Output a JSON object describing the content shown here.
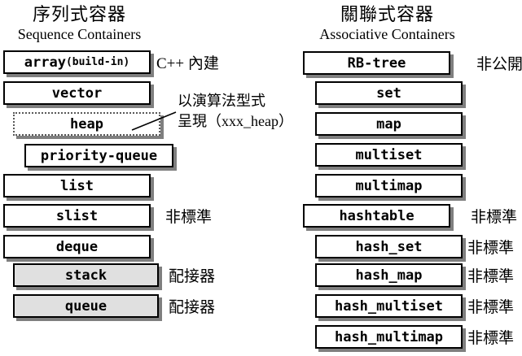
{
  "sequence_column": {
    "title_zh": "序列式容器",
    "title_en": "Sequence Containers",
    "boxes": [
      {
        "label": "array",
        "suffix": "(build-in)",
        "note": "C++ 內建"
      },
      {
        "label": "vector",
        "note": ""
      },
      {
        "label": "heap",
        "note": ""
      },
      {
        "label": "priority-queue",
        "note": ""
      },
      {
        "label": "list",
        "note": ""
      },
      {
        "label": "slist",
        "note": "非標準"
      },
      {
        "label": "deque",
        "note": ""
      },
      {
        "label": "stack",
        "note": "配接器"
      },
      {
        "label": "queue",
        "note": "配接器"
      }
    ],
    "heap_annotation": {
      "line1": "以演算法型式",
      "line2": "呈現（xxx_heap）"
    }
  },
  "associative_column": {
    "title_zh": "關聯式容器",
    "title_en": "Associative Containers",
    "boxes": [
      {
        "label": "RB-tree",
        "note": "非公開"
      },
      {
        "label": "set",
        "note": ""
      },
      {
        "label": "map",
        "note": ""
      },
      {
        "label": "multiset",
        "note": ""
      },
      {
        "label": "multimap",
        "note": ""
      },
      {
        "label": "hashtable",
        "note": "非標準"
      },
      {
        "label": "hash_set",
        "note": "非標準"
      },
      {
        "label": "hash_map",
        "note": "非標準"
      },
      {
        "label": "hash_multiset",
        "note": "非標準"
      },
      {
        "label": "hash_multimap",
        "note": "非標準"
      }
    ]
  },
  "colors": {
    "box_fill": "#ffffff",
    "adapter_fill": "#e0e0e0",
    "shadow": "#7f7f7f",
    "border": "#000000",
    "background": "#ffffff"
  }
}
